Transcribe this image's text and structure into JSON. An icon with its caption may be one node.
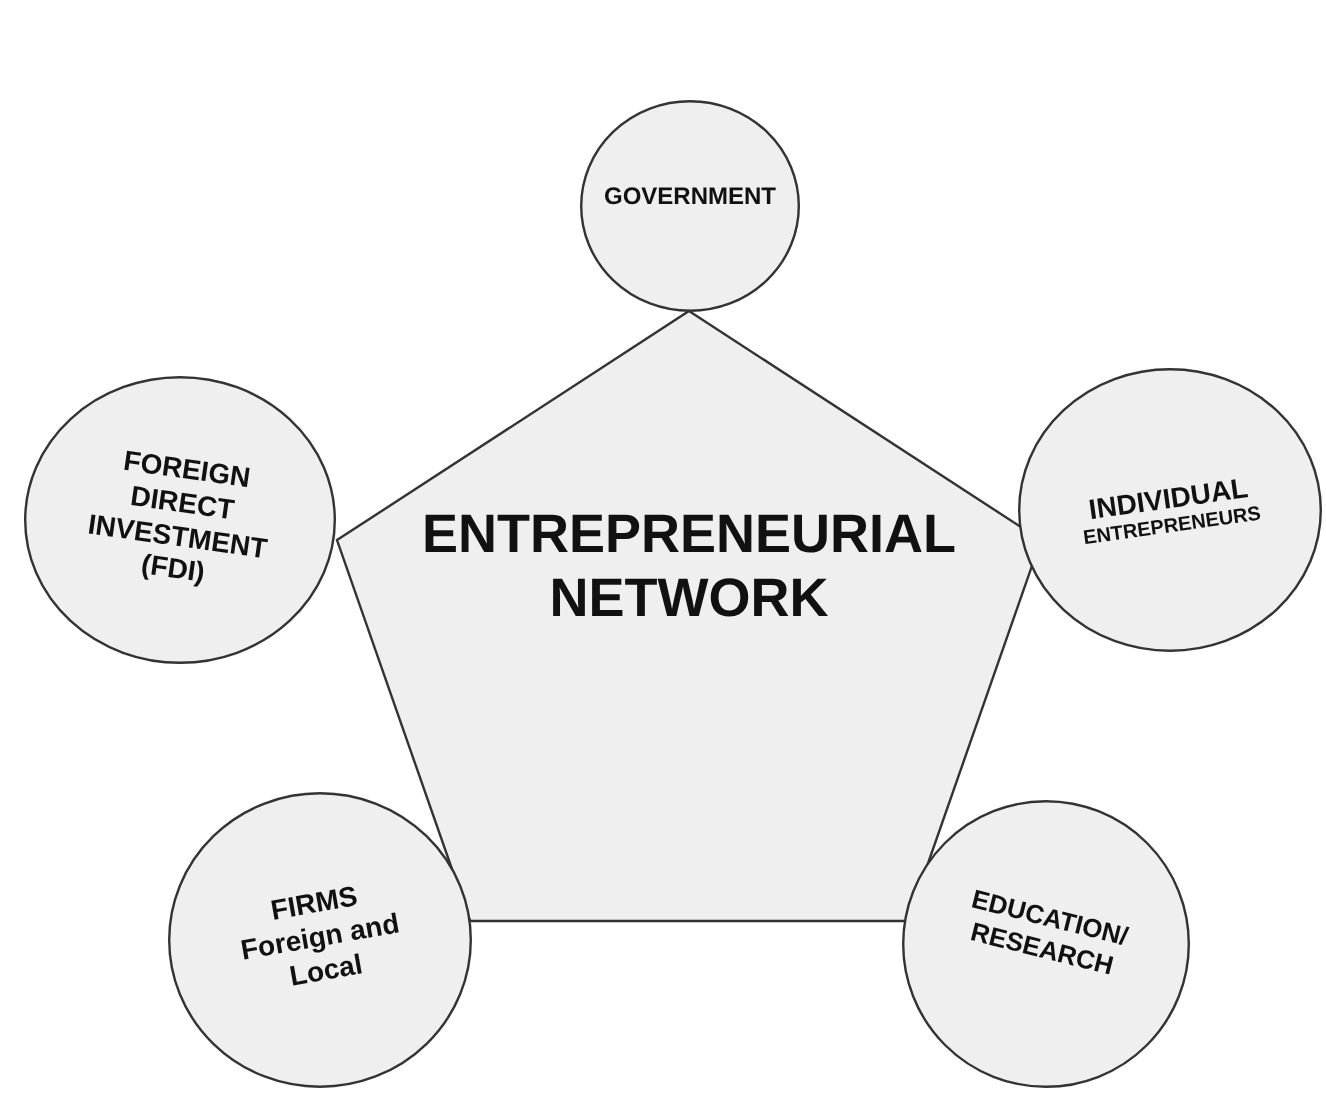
{
  "diagram": {
    "nodes": [
      {
        "text": [
          "GOVERNMENT"
        ]
      },
      {
        "text": [
          "FOREIGN DIRECT INVESTMENT (FDI)"
        ]
      },
      {
        "text": [
          "ENTREPRENEURIAL NETWORK"
        ]
      },
      {
        "text": [
          "INDIVIDUAL",
          "ENTREPRENEURS"
        ]
      },
      {
        "text": [
          "FIRMS",
          "Foreign and Local"
        ]
      },
      {
        "text": [
          "EDUCATION/ RESEARCH"
        ]
      }
    ]
  }
}
